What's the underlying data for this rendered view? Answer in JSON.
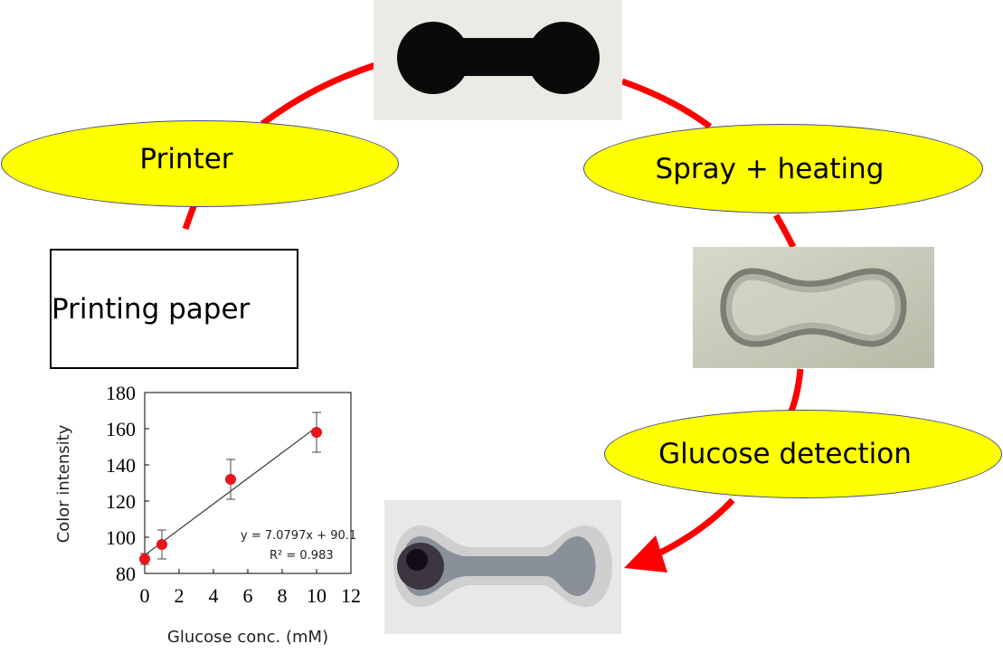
{
  "steps": {
    "printer": "Printer",
    "spray_heating": "Spray + heating",
    "glucose_detection": "Glucose detection",
    "printing_paper": "Printing paper"
  },
  "colors": {
    "arrow": "#ff0000",
    "label_fill": "#ffff00",
    "label_border": "#3f4b8c",
    "marker": "#e8141c"
  },
  "chart_data": {
    "type": "scatter",
    "x": [
      0,
      1,
      5,
      10
    ],
    "y": [
      88,
      96,
      132,
      158
    ],
    "error": [
      3,
      8,
      11,
      11
    ],
    "xlabel": "Glucose conc. (mM)",
    "ylabel": "Color intensity",
    "xlim": [
      0,
      12
    ],
    "ylim": [
      80,
      180
    ],
    "x_ticks": [
      "0",
      "2",
      "4",
      "6",
      "8",
      "10",
      "12"
    ],
    "y_ticks": [
      "80",
      "100",
      "120",
      "140",
      "160",
      "180"
    ],
    "fit": {
      "slope": 7.0797,
      "intercept": 90.1
    },
    "equation": "y = 7.0797x + 90.1",
    "r_squared": "R² = 0.983",
    "grid": false
  }
}
